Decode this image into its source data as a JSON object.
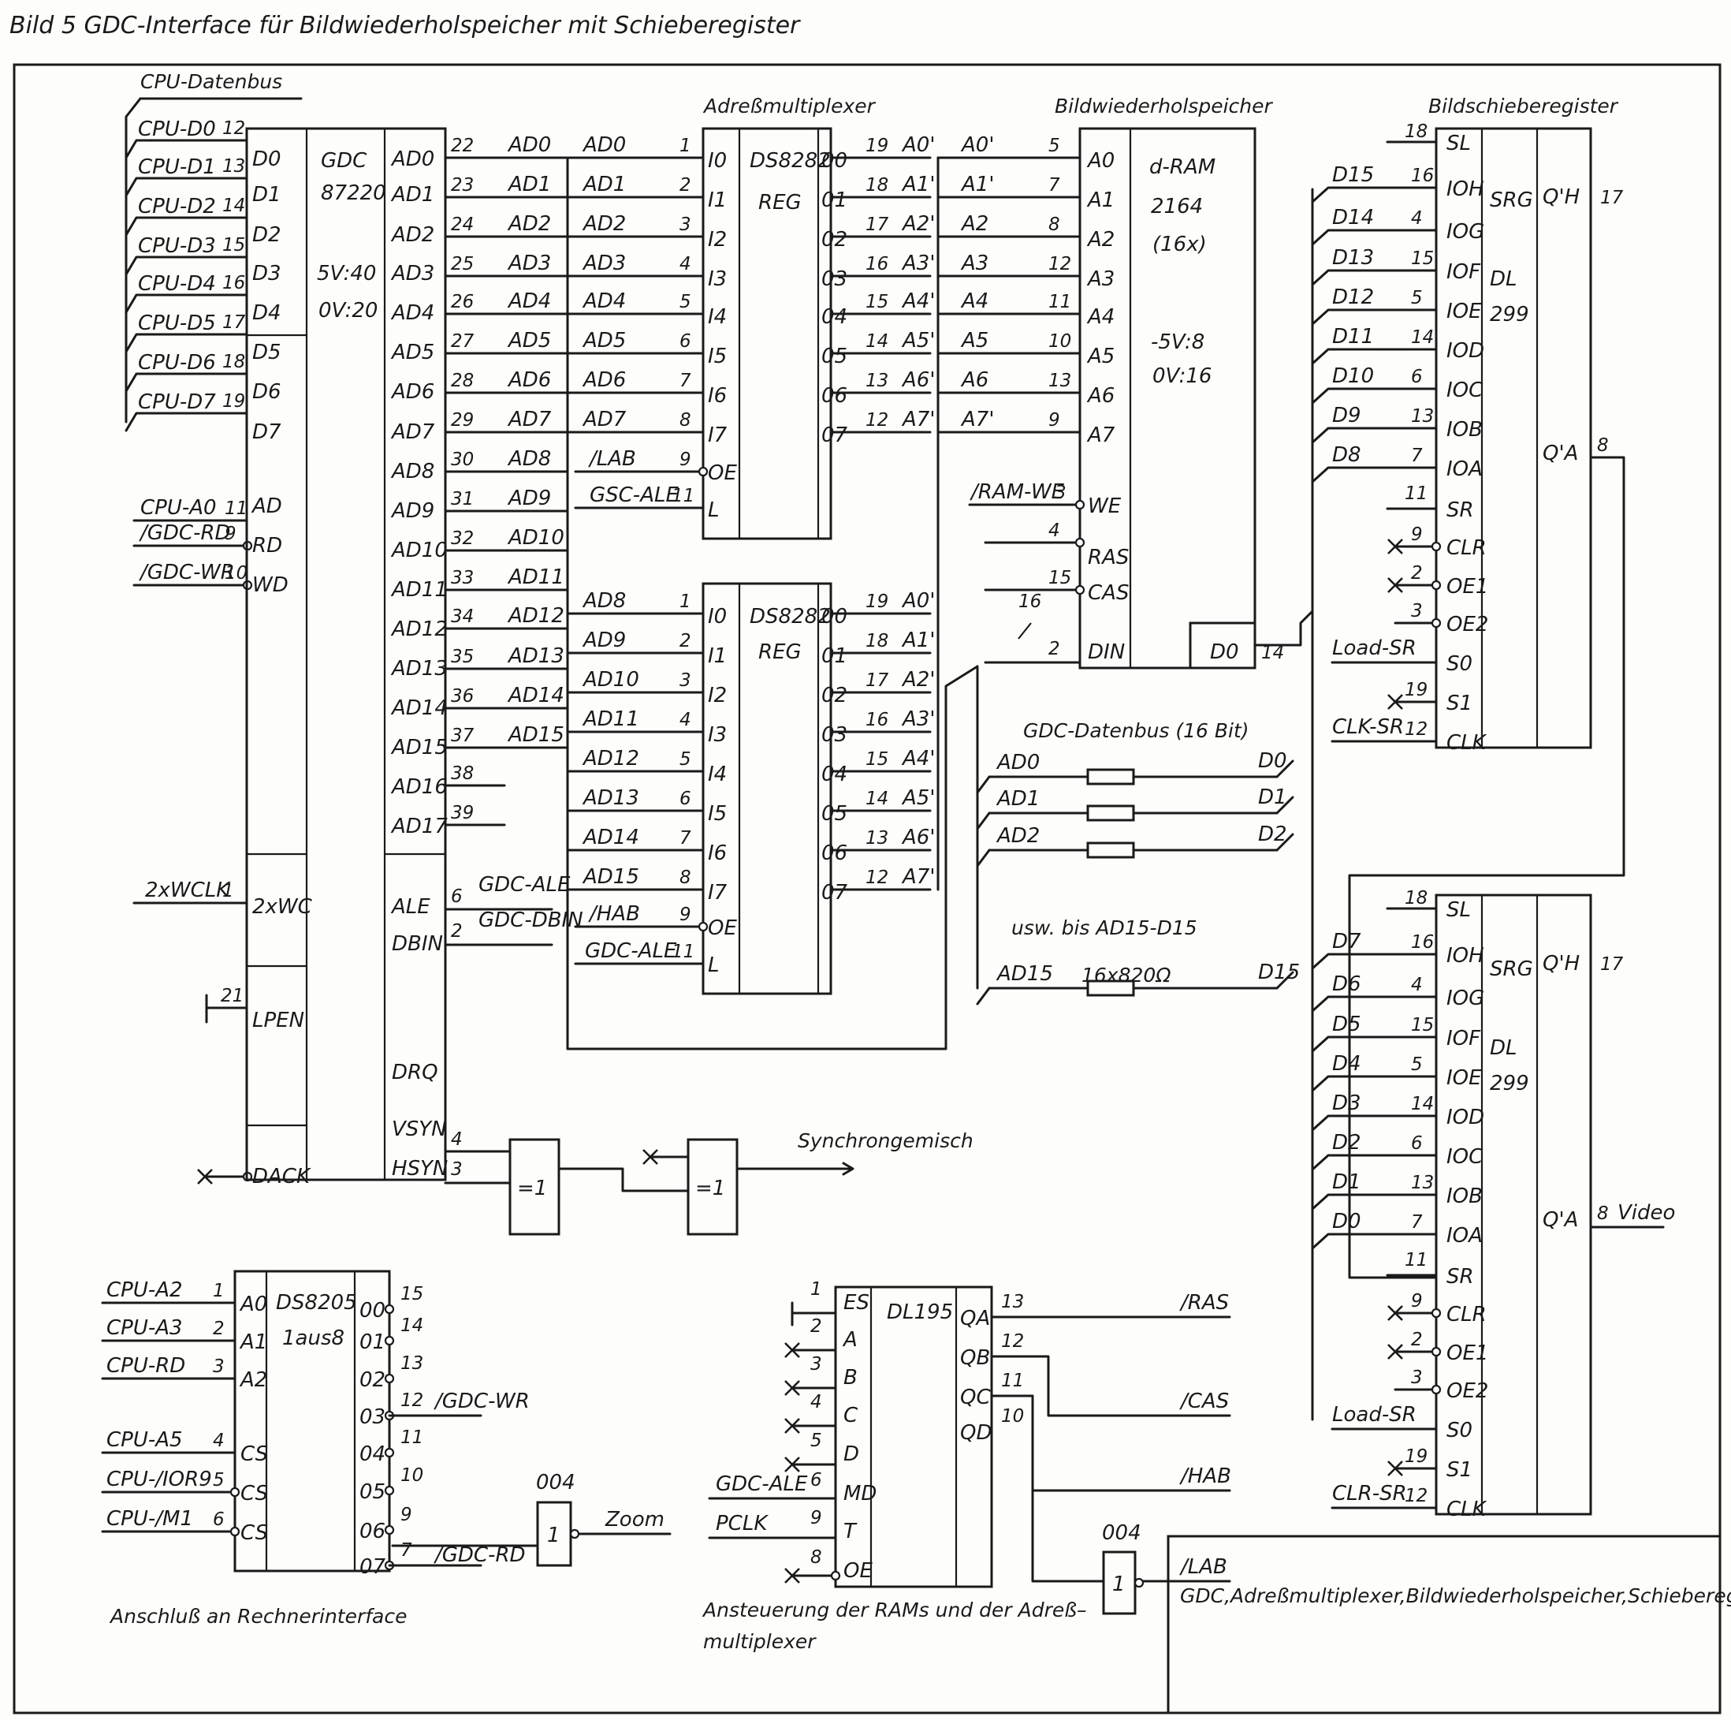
{
  "title": "Bild 5  GDC-Interface für Bildwiederholspeicher mit Schieberegister",
  "headings": {
    "cpu_bus": "CPU-Datenbus",
    "adr_mux": "Adreßmultiplexer",
    "bwsp": "Bildwiederholspeicher",
    "bsr": "Bildschieberegister",
    "gdc_bus": "GDC-Datenbus (16 Bit)",
    "usw": "usw. bis AD15-D15",
    "resistors": "16x820Ω",
    "sync": "Synchrongemisch",
    "rechner": "Anschluß an Rechnerinterface",
    "ansteuer": "Ansteuerung der RAMs und der Adreß- multiplexer",
    "frame_caption": "GDC,Adreßmultiplexer,Bildwiederholspeicher,Schieberegister"
  },
  "gdc": {
    "name": "GDC",
    "type": "87220",
    "power1": "5V:40",
    "power2": "0V:20",
    "left_pins": [
      "D0",
      "D1",
      "D2",
      "D3",
      "D4",
      "D5",
      "D6",
      "D7",
      "AD",
      "RD",
      "WD",
      "2xWC",
      "LPEN",
      "DACK"
    ],
    "right_pins": [
      "AD0",
      "AD1",
      "AD2",
      "AD3",
      "AD4",
      "AD5",
      "AD6",
      "AD7",
      "AD8",
      "AD9",
      "AD10",
      "AD11",
      "AD12",
      "AD13",
      "AD14",
      "AD15",
      "AD16",
      "AD17",
      "ALE",
      "DBIN",
      "DRQ",
      "VSYN",
      "HSYN"
    ]
  },
  "cpu_signals": [
    "CPU-D0",
    "CPU-D1",
    "CPU-D2",
    "CPU-D3",
    "CPU-D4",
    "CPU-D5",
    "CPU-D6",
    "CPU-D7",
    "CPU-A0",
    "/GDC-RD",
    "/GDC-WR",
    "2xWCLK"
  ],
  "cpu_pin_nums": [
    "12",
    "13",
    "14",
    "15",
    "16",
    "17",
    "18",
    "19",
    "11",
    "9",
    "10",
    "1",
    "21"
  ],
  "gdc_right_nums": [
    "22",
    "23",
    "24",
    "25",
    "26",
    "27",
    "28",
    "29",
    "30",
    "31",
    "32",
    "33",
    "34",
    "35",
    "36",
    "37",
    "38",
    "39",
    "6",
    "2",
    "",
    "4",
    "3"
  ],
  "gdc_out_labels": [
    "AD0",
    "AD1",
    "AD2",
    "AD3",
    "AD4",
    "AD5",
    "AD6",
    "AD7",
    "AD8",
    "AD9",
    "AD10",
    "AD11",
    "AD12",
    "AD13",
    "AD14",
    "AD15",
    "GDC-ALE",
    "GDC-DBIN"
  ],
  "mux1": {
    "name": "DS8282",
    "sub": "REG",
    "in_labels": [
      "AD0",
      "AD1",
      "AD2",
      "AD3",
      "AD4",
      "AD5",
      "AD6",
      "AD7",
      "/LAB",
      "GSC-ALE"
    ],
    "out_labels": [
      "A0'",
      "A1'",
      "A2'",
      "A3'",
      "A4'",
      "A5'",
      "A6'",
      "A7'"
    ],
    "in_pins": [
      "I0",
      "I1",
      "I2",
      "I3",
      "I4",
      "I5",
      "I6",
      "I7",
      "OE",
      "L"
    ],
    "out_pins": [
      "00",
      "01",
      "02",
      "03",
      "04",
      "05",
      "06",
      "07"
    ],
    "in_nums": [
      "1",
      "2",
      "3",
      "4",
      "5",
      "6",
      "7",
      "8",
      "9",
      "11"
    ],
    "out_nums": [
      "19",
      "18",
      "17",
      "16",
      "15",
      "14",
      "13",
      "12"
    ]
  },
  "mux2": {
    "name": "DS8282",
    "sub": "REG",
    "in_labels": [
      "AD8",
      "AD9",
      "AD10",
      "AD11",
      "AD12",
      "AD13",
      "AD14",
      "AD15",
      "/HAB",
      "GDC-ALE"
    ],
    "out_labels": [
      "A0'",
      "A1'",
      "A2'",
      "A3'",
      "A4'",
      "A5'",
      "A6'",
      "A7'"
    ]
  },
  "ram": {
    "name": "d-RAM",
    "type": "2164",
    "count": "(16x)",
    "power1": "-5V:8",
    "power2": "0V:16",
    "in_labels": [
      "A0'",
      "A1'",
      "A2",
      "A3",
      "A4",
      "A5",
      "A6",
      "A7'",
      "/RAM-WE"
    ],
    "pins": [
      "A0",
      "A1",
      "A2",
      "A3",
      "A4",
      "A5",
      "A6",
      "A7",
      "WE",
      "RAS",
      "CAS",
      "DIN"
    ],
    "nums": [
      "5",
      "7",
      "8",
      "12",
      "11",
      "10",
      "13",
      "9",
      "3",
      "4",
      "15",
      "2"
    ],
    "dout_pin": "D0",
    "dout_num": "14",
    "bus_num": "16"
  },
  "srg": {
    "name": "SRG",
    "dl": "DL",
    "type": "299",
    "pins": [
      "SL",
      "IOH",
      "IOG",
      "IOF",
      "IOE",
      "IOD",
      "IOC",
      "IOB",
      "IOA",
      "SR",
      "CLR",
      "OE1",
      "OE2",
      "S0",
      "S1",
      "CLK"
    ],
    "right_pins": [
      "Q'H",
      "Q'A"
    ],
    "nums": [
      "18",
      "16",
      "4",
      "15",
      "5",
      "14",
      "6",
      "13",
      "7",
      "11",
      "9",
      "2",
      "3",
      "19",
      "12"
    ],
    "right_nums": [
      "17",
      "8"
    ],
    "top_data": [
      "D15",
      "D14",
      "D13",
      "D12",
      "D11",
      "D10",
      "D9",
      "D8"
    ],
    "bot_data": [
      "D7",
      "D6",
      "D5",
      "D4",
      "D3",
      "D2",
      "D1",
      "D0"
    ],
    "ctrl": [
      "Load-SR",
      "CLK-SR",
      "CLR-SR"
    ],
    "video": "Video"
  },
  "bus": {
    "ad": [
      "AD0",
      "AD1",
      "AD2",
      "AD15"
    ],
    "d": [
      "D0",
      "D1",
      "D2",
      "D15"
    ]
  },
  "xor": "=1",
  "decoder": {
    "name": "DS8205",
    "sub": "1aus8",
    "in_labels": [
      "CPU-A2",
      "CPU-A3",
      "CPU-RD",
      "CPU-A5",
      "CPU-/IOR9",
      "CPU-/M1"
    ],
    "in_pins": [
      "A0",
      "A1",
      "A2",
      "CS",
      "CS",
      "CS"
    ],
    "in_nums": [
      "1",
      "2",
      "3",
      "4",
      "5",
      "6"
    ],
    "out_pins": [
      "00",
      "01",
      "02",
      "03",
      "04",
      "05",
      "06",
      "07"
    ],
    "out_nums": [
      "15",
      "14",
      "13",
      "12",
      "11",
      "10",
      "9",
      "7"
    ],
    "out_labels": [
      "/GDC-WR",
      "Zoom",
      "/GDC-RD"
    ]
  },
  "gate004": "004",
  "inv": "1",
  "counter": {
    "name": "DL195",
    "in_pins": [
      "ES",
      "A",
      "B",
      "C",
      "D",
      "MD",
      "T",
      "OE"
    ],
    "in_nums": [
      "1",
      "2",
      "3",
      "4",
      "5",
      "6",
      "9",
      "8"
    ],
    "out_pins": [
      "QA",
      "QB",
      "QC",
      "QD"
    ],
    "out_nums": [
      "13",
      "12",
      "11",
      "10"
    ],
    "in_labels": [
      "GDC-ALE",
      "PCLK"
    ],
    "out_labels": [
      "/RAS",
      "/CAS",
      "/HAB",
      "/LAB"
    ]
  }
}
